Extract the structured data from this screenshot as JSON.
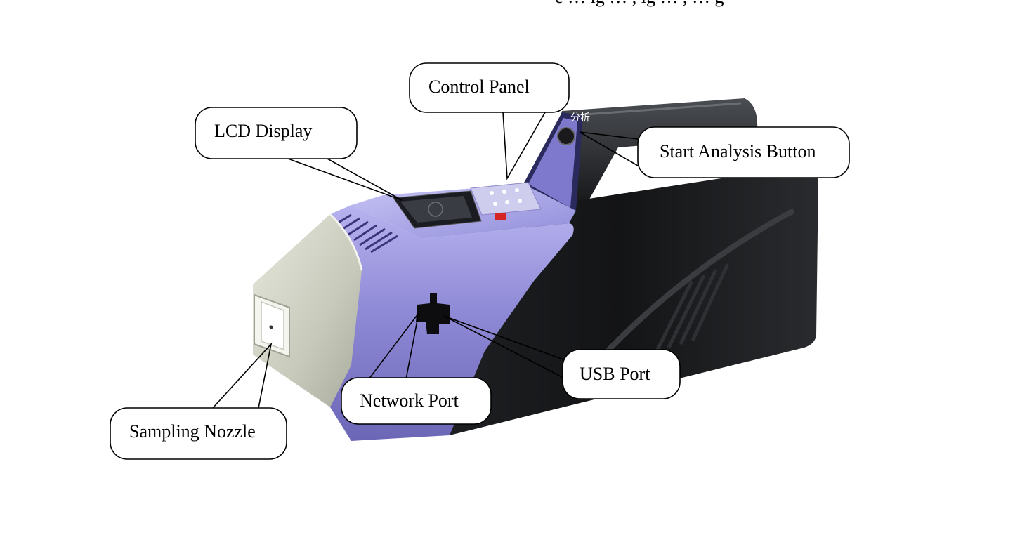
{
  "header": {
    "cut_off_text": "e … ig … , ig … , … g"
  },
  "callouts": {
    "control_panel": "Control Panel",
    "lcd_display": "LCD Display",
    "start_analysis_button": "Start Analysis Button",
    "usb_port": "USB Port",
    "network_port": "Network Port",
    "sampling_nozzle": "Sampling Nozzle"
  },
  "device": {
    "button_glyph": "分析",
    "colors": {
      "body_purple": "#8f8ad6",
      "body_black": "#151618",
      "nozzle_silver": "#c9ccbd",
      "indicator_red": "#d42424"
    }
  }
}
